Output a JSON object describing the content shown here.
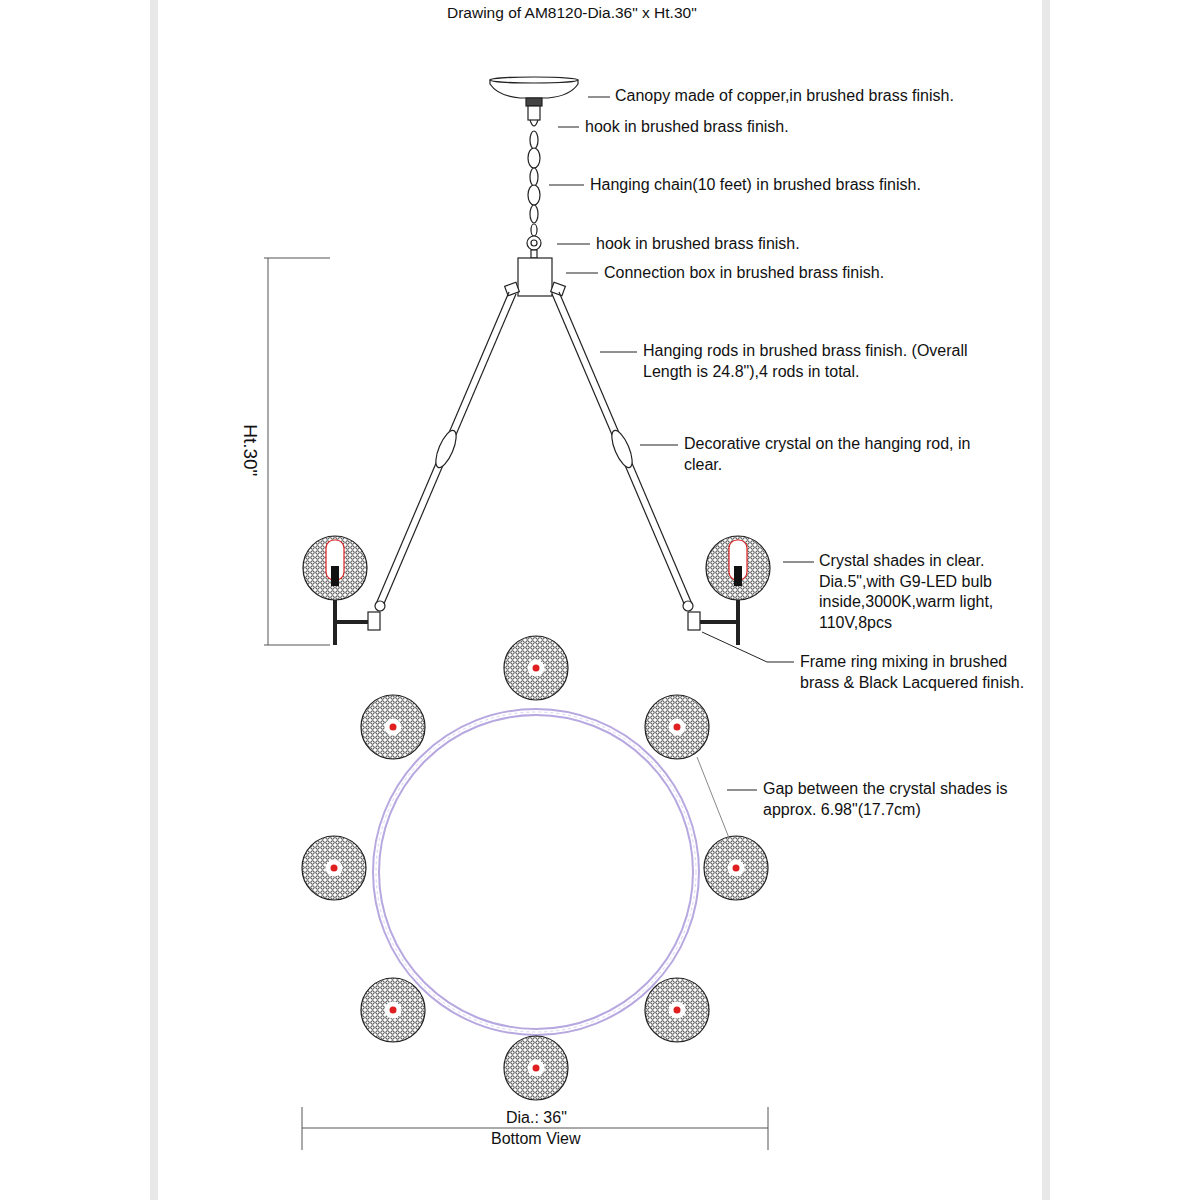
{
  "diagram": {
    "title": "Drawing of AM8120-Dia.36\" x Ht.30\"",
    "labels": [
      "Canopy made of copper,in brushed brass finish.",
      "hook in brushed brass finish.",
      "Hanging chain(10 feet) in brushed brass finish.",
      "hook in brushed brass finish.",
      "Connection box in brushed brass finish.",
      "Hanging rods in brushed brass finish. (Overall Length is 24.8\"),4 rods in total.",
      "Decorative crystal on the hanging rod, in clear.",
      "Crystal shades in clear. Dia.5\",with G9-LED bulb inside,3000K,warm light, 110V,8pcs",
      "Frame ring mixing in brushed brass & Black Lacquered finish.",
      "Gap between the crystal shades is approx. 6.98\"(17.7cm)",
      "Ht.30\"",
      "Dia.: 36\"",
      "Bottom View"
    ]
  }
}
